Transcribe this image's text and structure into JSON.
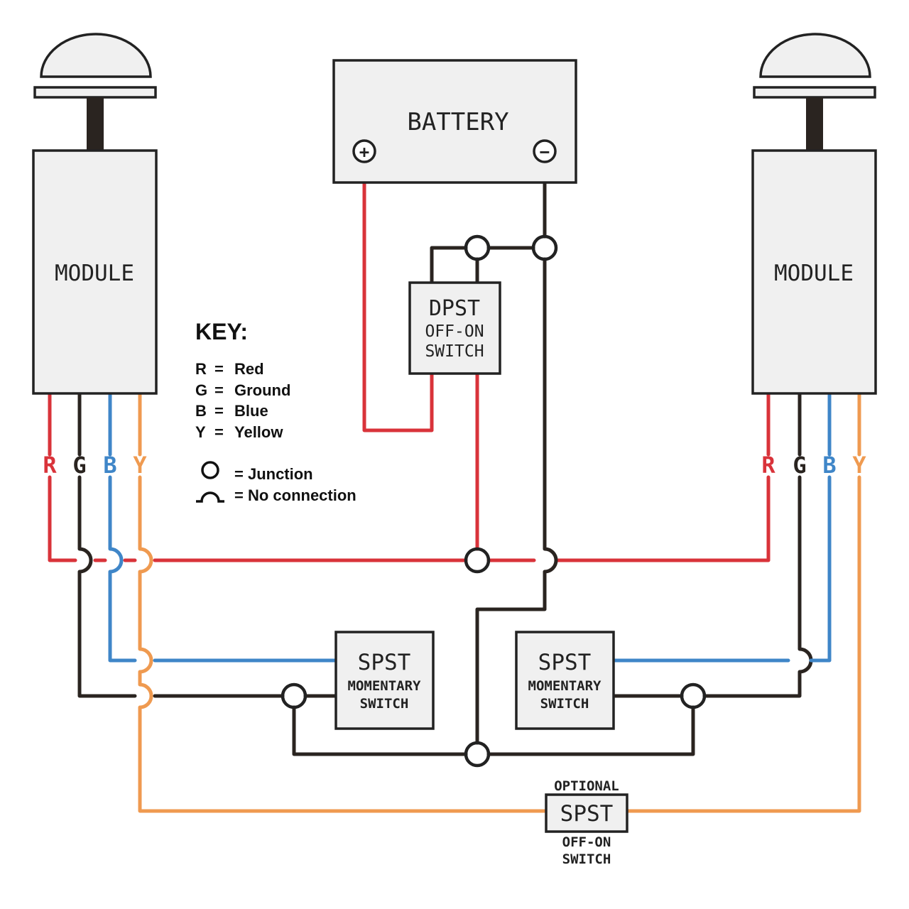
{
  "colors": {
    "red": "#d9333a",
    "ground": "#2a2420",
    "blue": "#3f86c8",
    "yellow": "#ef9a50",
    "outline": "#222222",
    "box_fill": "#f0f0f0"
  },
  "battery": {
    "label": "BATTERY",
    "positive": "+",
    "negative": "−"
  },
  "modules": {
    "left": {
      "label": "MODULE"
    },
    "right": {
      "label": "MODULE"
    }
  },
  "wire_labels": {
    "r": "R",
    "g": "G",
    "b": "B",
    "y": "Y"
  },
  "dpst_switch": {
    "line1": "DPST",
    "line2": "OFF-ON",
    "line3": "SWITCH"
  },
  "spst_left": {
    "line1": "SPST",
    "line2": "MOMENTARY",
    "line3": "SWITCH"
  },
  "spst_right": {
    "line1": "SPST",
    "line2": "MOMENTARY",
    "line3": "SWITCH"
  },
  "optional_switch": {
    "top": "OPTIONAL",
    "main": "SPST",
    "line2": "OFF-ON",
    "line3": "SWITCH"
  },
  "key": {
    "title": "KEY:",
    "items": [
      {
        "code": "R",
        "eq": "=",
        "meaning": "Red"
      },
      {
        "code": "G",
        "eq": "=",
        "meaning": "Ground"
      },
      {
        "code": "B",
        "eq": "=",
        "meaning": "Blue"
      },
      {
        "code": "Y",
        "eq": "=",
        "meaning": "Yellow"
      }
    ],
    "junction": "= Junction",
    "no_connection": "= No connection"
  }
}
